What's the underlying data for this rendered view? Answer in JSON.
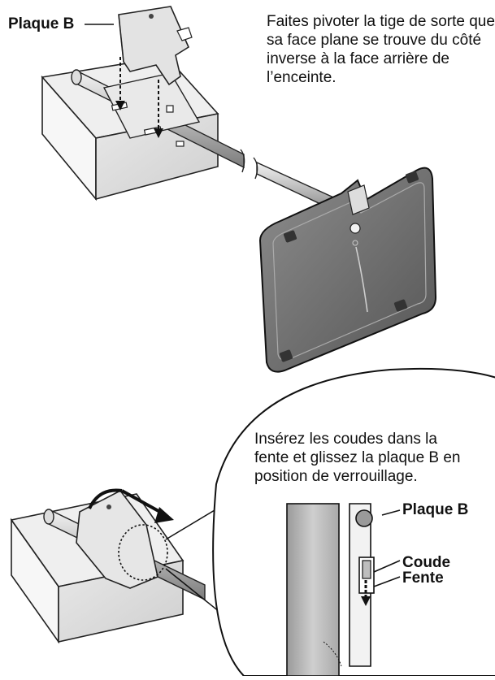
{
  "labels": {
    "plate_top": "Plaque B",
    "plate_zoom": "Plaque B",
    "bend": "Coude",
    "slot": "Fente"
  },
  "instructions": {
    "top": "Faites pivoter la tige de sorte que sa face plane se trouve du côté inverse à la face arrière de l’enceinte.",
    "bottom": "Insérez les coudes dans la fente et glissez la plaque B en position de verrouillage."
  }
}
